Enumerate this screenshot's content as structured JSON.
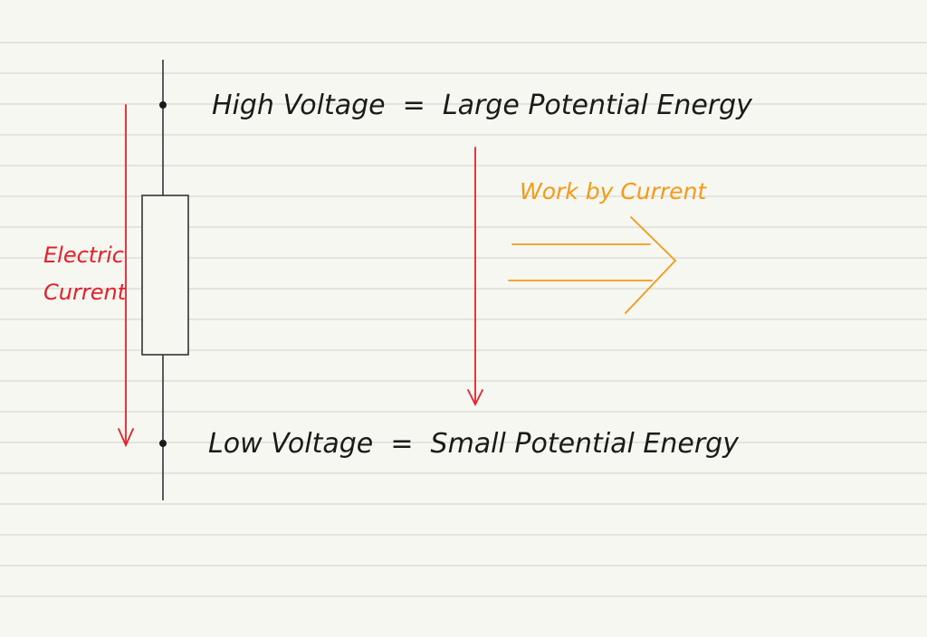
{
  "labels": {
    "high": "High Voltage  =  Large Potential Energy",
    "low": "Low Voltage  =  Small Potential Energy",
    "electric": "Electric",
    "current": "Current",
    "work": "Work by Current"
  },
  "colors": {
    "paper": "#f7f7f2",
    "rule": "#d9d9d4",
    "ink": "#1a1a1a",
    "current_arrow": "#e8202a",
    "work_arrow": "#f59a14"
  }
}
